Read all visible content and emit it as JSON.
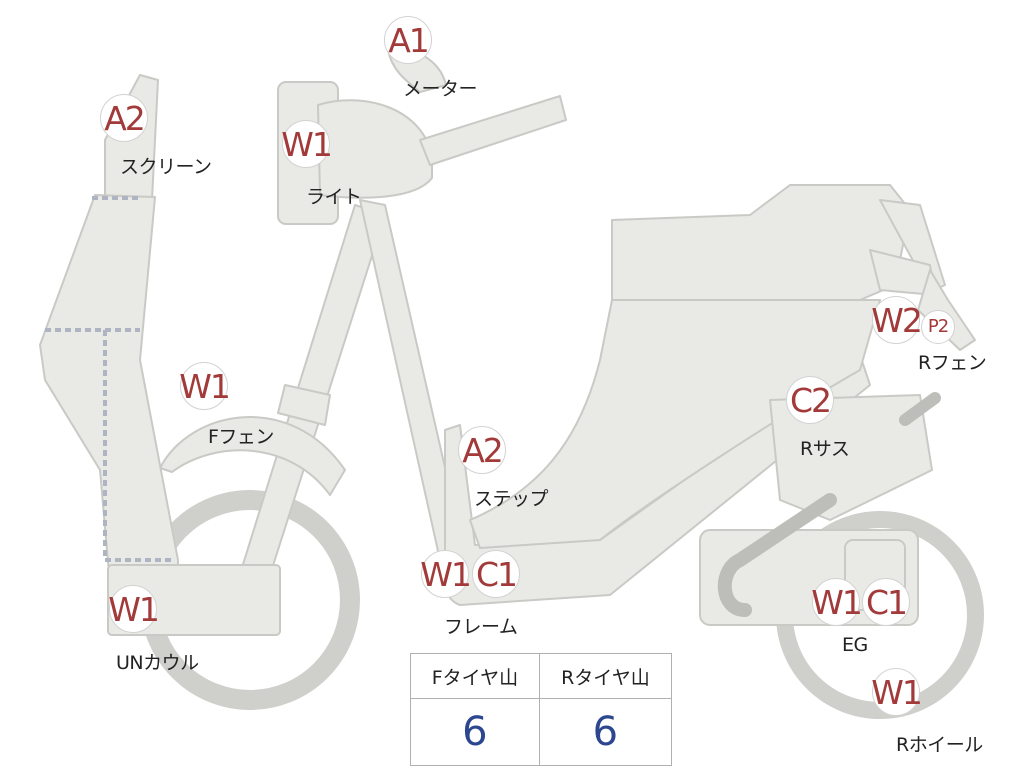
{
  "parts": {
    "meter": {
      "code": "A1",
      "label": "メーター"
    },
    "screen": {
      "code": "A2",
      "label": "スクリーン"
    },
    "light": {
      "code": "W1",
      "label": "ライト"
    },
    "f_fender": {
      "code": "W1",
      "label": "Fフェン"
    },
    "step": {
      "code": "A2",
      "label": "ステップ"
    },
    "frame": {
      "codes": [
        "W1",
        "C1"
      ],
      "label": "フレーム"
    },
    "under_cowl": {
      "code": "W1",
      "label": "UNカウル"
    },
    "r_fender": {
      "codes": [
        "W2",
        "P2"
      ],
      "label": "Rフェン"
    },
    "r_sus": {
      "code": "C2",
      "label": "Rサス"
    },
    "engine": {
      "codes": [
        "W1",
        "C1"
      ],
      "label": "EG"
    },
    "r_wheel": {
      "code": "W1",
      "label": "Rホイール"
    }
  },
  "tire_table": {
    "headers": [
      "Fタイヤ山",
      "Rタイヤ山"
    ],
    "values": [
      "6",
      "6"
    ]
  },
  "colors": {
    "body_fill": "#e9e9e6",
    "body_stroke": "#c9c9c5",
    "badge_text": "#a33a3a",
    "value_text": "#2c4690"
  }
}
